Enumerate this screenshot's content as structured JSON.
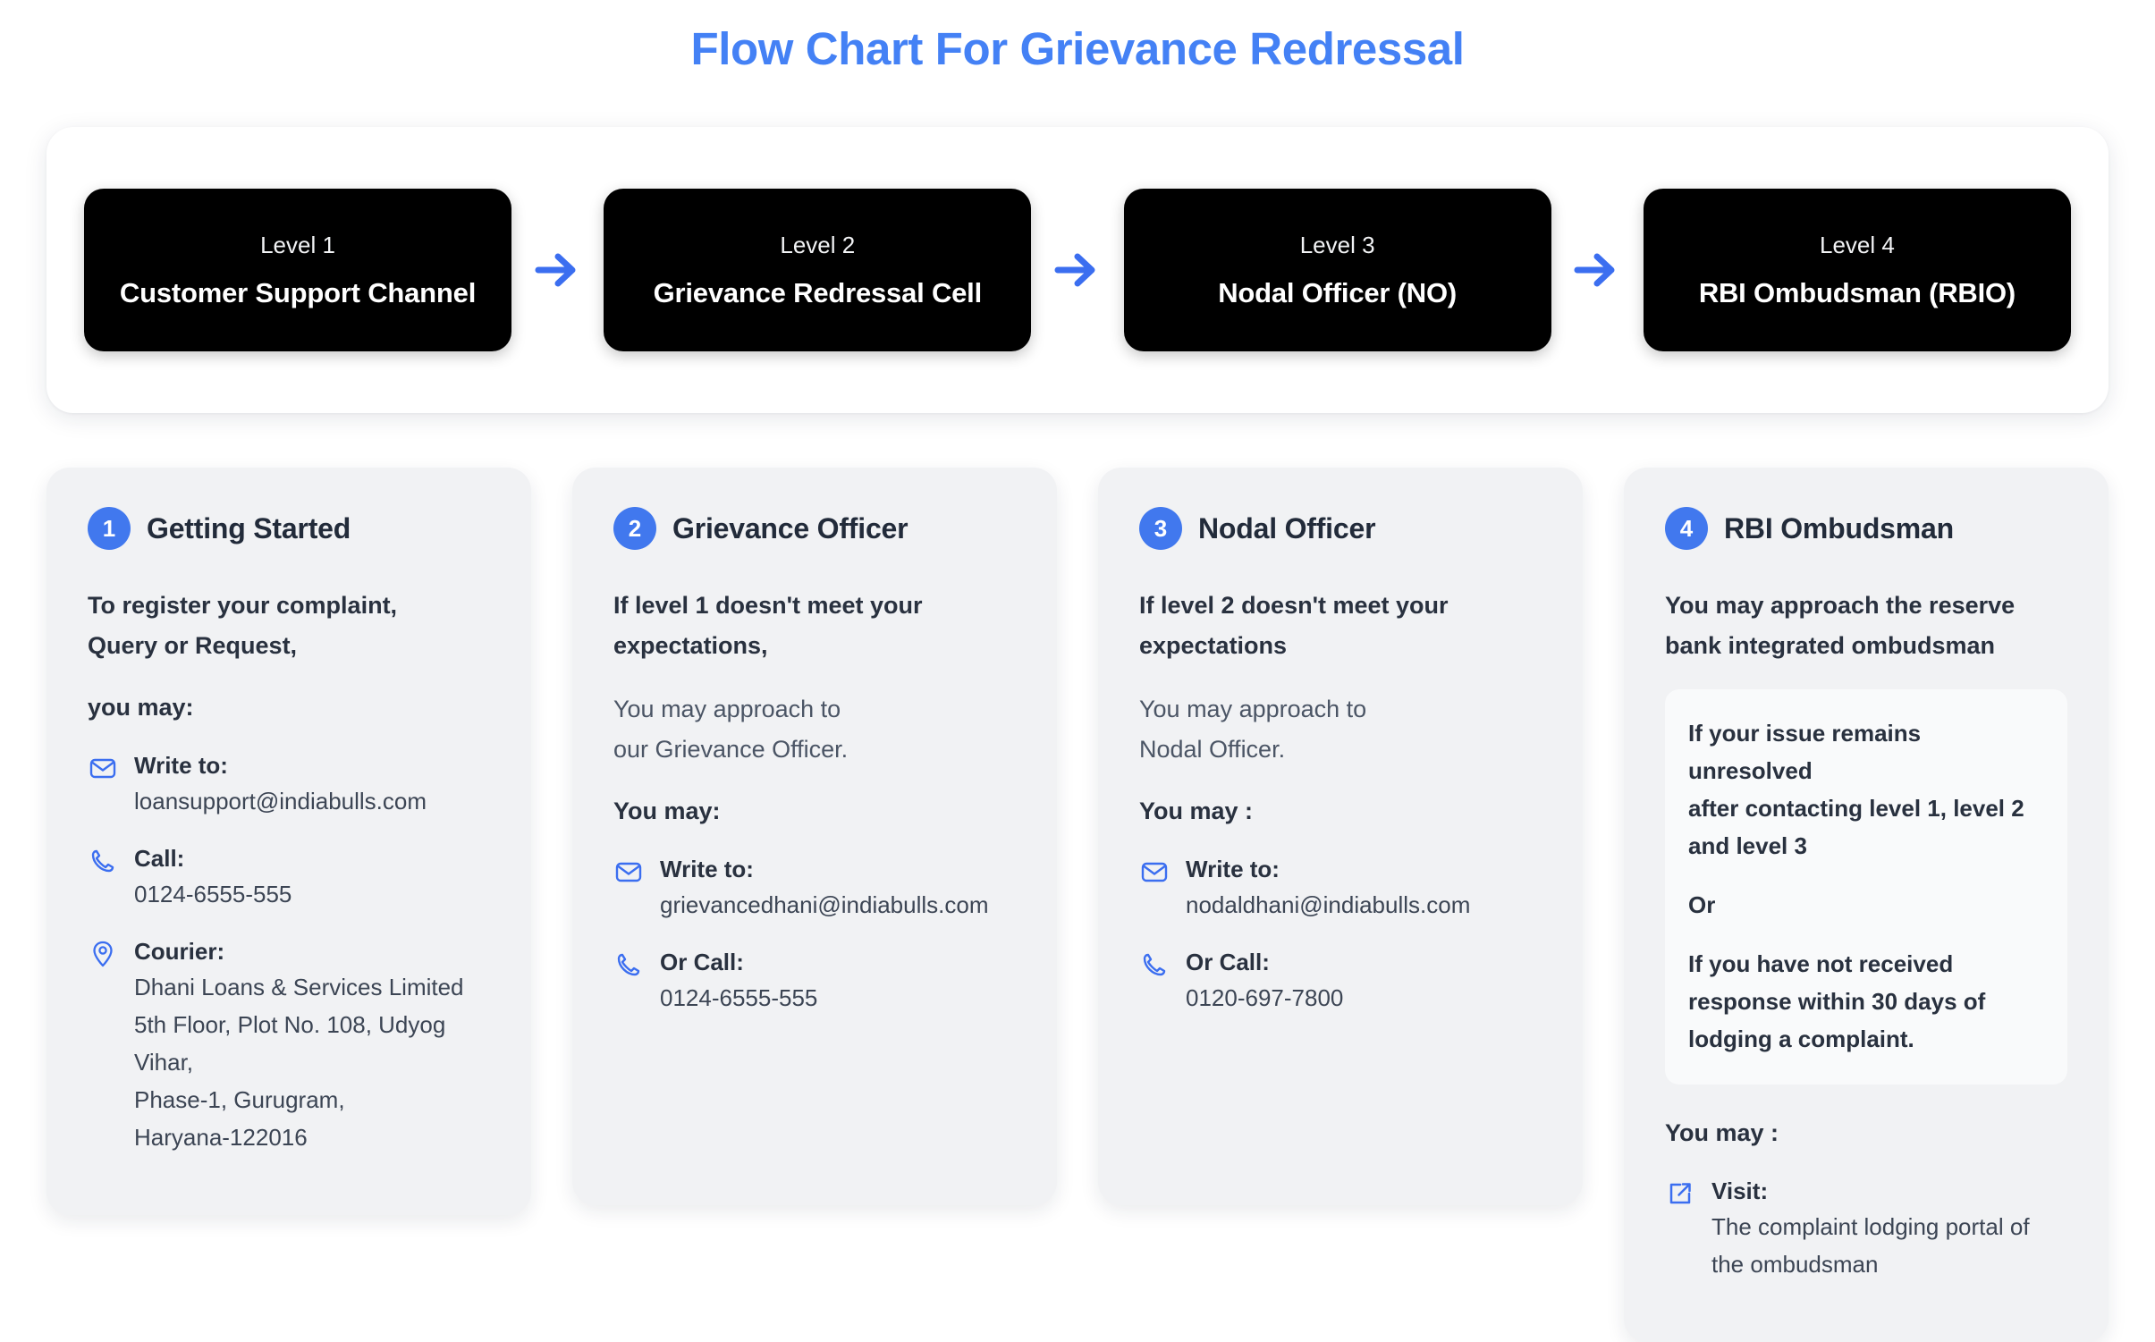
{
  "title": "Flow Chart For Grievance Redressal",
  "colors": {
    "accent_blue": "#4178ee",
    "title_blue": "#4481f5",
    "level_box_bg": "#000000",
    "card_bg": "#f1f2f4",
    "callout_bg": "#f9fafb",
    "text_dark": "#29313f",
    "text_muted": "#4b5565"
  },
  "levels": [
    {
      "kicker": "Level 1",
      "name": "Customer Support Channel"
    },
    {
      "kicker": "Level 2",
      "name": "Grievance Redressal Cell"
    },
    {
      "kicker": "Level 3",
      "name": "Nodal Officer (NO)"
    },
    {
      "kicker": "Level 4",
      "name": "RBI Ombudsman (RBIO)"
    }
  ],
  "arrow_icon": "arrow-right-icon",
  "cards": [
    {
      "badge": "1",
      "title": "Getting Started",
      "strong_text": "To register your complaint,\nQuery or Request,",
      "muted_text": "",
      "you_may": "you may:",
      "callout": [],
      "contacts": [
        {
          "icon": "mail-icon",
          "label": "Write to:",
          "value": "loansupport@indiabulls.com"
        },
        {
          "icon": "phone-icon",
          "label": "Call:",
          "value": "0124-6555-555"
        },
        {
          "icon": "location-pin-icon",
          "label": "Courier:",
          "value": "Dhani Loans & Services Limited\n5th Floor, Plot No. 108, Udyog\nVihar,\nPhase-1, Gurugram,\nHaryana-122016"
        }
      ]
    },
    {
      "badge": "2",
      "title": "Grievance Officer",
      "strong_text": "If level 1 doesn't meet your\nexpectations,",
      "muted_text": "You may approach to\nour Grievance Officer.",
      "you_may": "You may:",
      "callout": [],
      "contacts": [
        {
          "icon": "mail-icon",
          "label": "Write to:",
          "value": "grievancedhani@indiabulls.com"
        },
        {
          "icon": "phone-icon",
          "label": "Or Call:",
          "value": "0124-6555-555"
        }
      ]
    },
    {
      "badge": "3",
      "title": "Nodal Officer",
      "strong_text": "If level 2 doesn't meet your\nexpectations",
      "muted_text": "You may approach to\nNodal Officer.",
      "you_may": "You may :",
      "callout": [],
      "contacts": [
        {
          "icon": "mail-icon",
          "label": "Write to:",
          "value": "nodaldhani@indiabulls.com"
        },
        {
          "icon": "phone-icon",
          "label": "Or Call:",
          "value": "0120-697-7800"
        }
      ]
    },
    {
      "badge": "4",
      "title": "RBI Ombudsman",
      "strong_text": "You may approach the reserve\nbank integrated ombudsman",
      "muted_text": "",
      "you_may": "You may :",
      "callout": [
        "If your issue remains unresolved\nafter contacting level 1, level 2\nand level 3",
        "Or",
        "If you have not received\nresponse within 30 days of\nlodging a complaint."
      ],
      "contacts": [
        {
          "icon": "external-link-icon",
          "label": "Visit:",
          "value": "The complaint lodging portal of\nthe ombudsman"
        }
      ]
    }
  ]
}
